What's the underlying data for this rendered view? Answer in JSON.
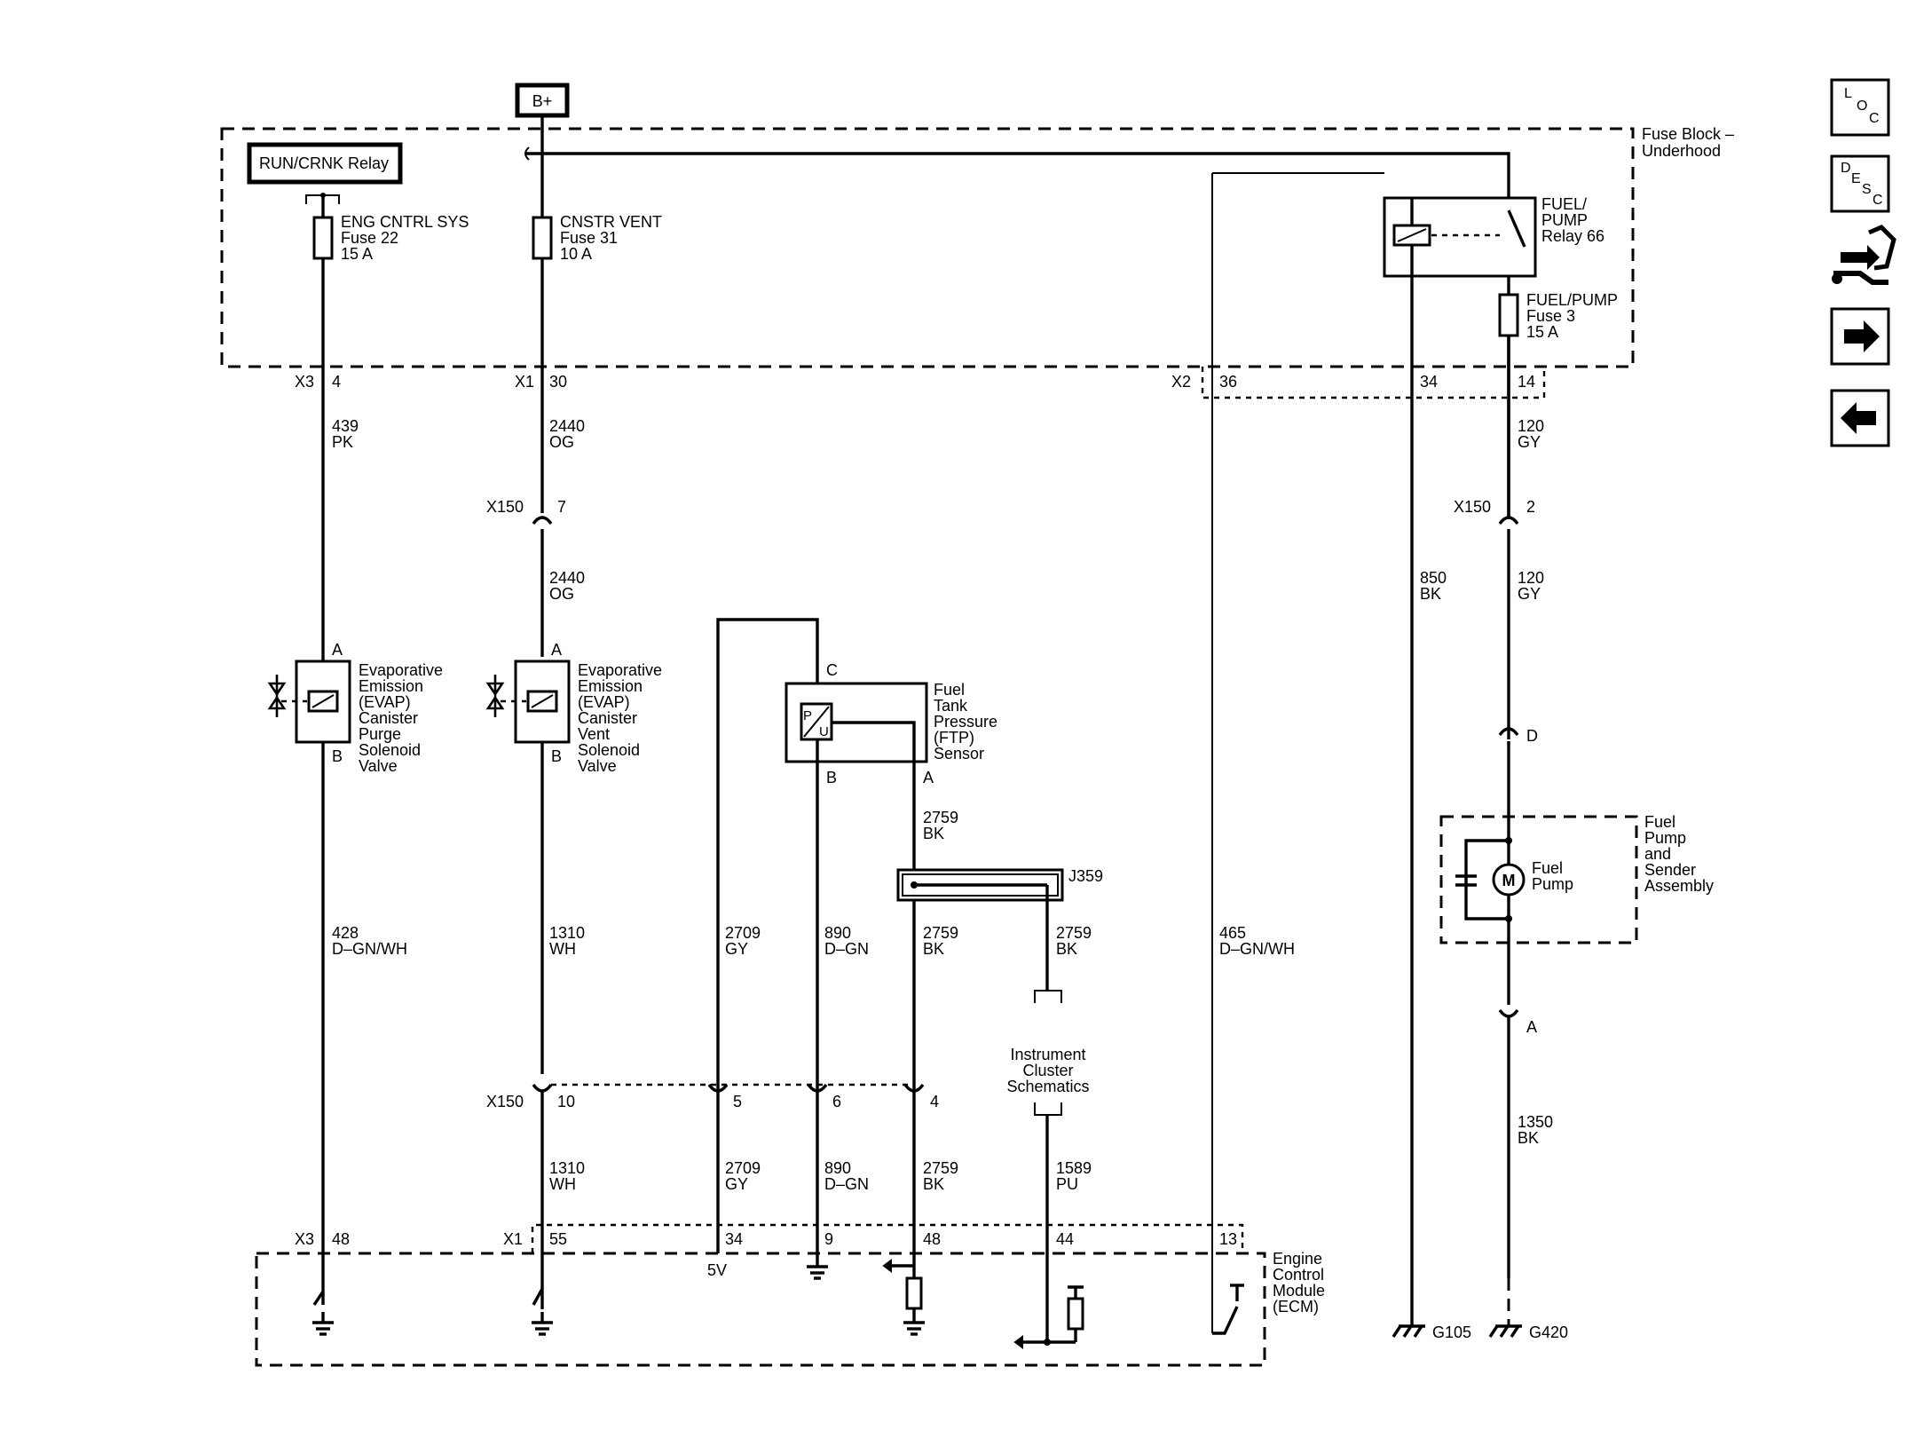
{
  "diagram": {
    "top_bus_label": "B+",
    "fuse_block_label_line1": "Fuse Block –",
    "fuse_block_label_line2": "Underhood",
    "run_crnk_relay_label": "RUN/CRNK Relay",
    "fuses": {
      "eng_cntrl": {
        "line1": "ENG CNTRL SYS",
        "line2": "Fuse 22",
        "line3": "15 A"
      },
      "cnstr_vent": {
        "line1": "CNSTR VENT",
        "line2": "Fuse 31",
        "line3": "10 A"
      },
      "fuel_pump_fuse": {
        "line1": "FUEL/PUMP",
        "line2": "Fuse 3",
        "line3": "15 A"
      }
    },
    "fuel_pump_relay": {
      "line1": "FUEL/",
      "line2": "PUMP",
      "line3": "Relay 66"
    },
    "connectors": {
      "x3": "X3",
      "x3_pin_top": "4",
      "x1": "X1",
      "x1_pin_top": "30",
      "x2": "X2",
      "x2_pin": "36",
      "pin34": "34",
      "pin14": "14",
      "x150": "X150",
      "x150_pin7": "7",
      "x150_pin2": "2",
      "x150_pin10": "10",
      "x150_pin5": "5",
      "x150_pin6": "6",
      "x150_pin4": "4",
      "x3_ecm": "X3",
      "x3_pin48": "48",
      "x1_ecm": "X1",
      "x1_pin55": "55",
      "ecm_pin34": "34",
      "ecm_pin9": "9",
      "ecm_pin48": "48",
      "ecm_pin44": "44",
      "ecm_pin13": "13",
      "pump_pin_d": "D",
      "pump_pin_a": "A"
    },
    "wires": {
      "w439": "439",
      "w439c": "PK",
      "w2440a": "2440",
      "w2440ac": "OG",
      "w2440b": "2440",
      "w2440bc": "OG",
      "w120a": "120",
      "w120ac": "GY",
      "w120b": "120",
      "w120bc": "GY",
      "w850": "850",
      "w850c": "BK",
      "w428": "428",
      "w428c": "D–GN/WH",
      "w1310a": "1310",
      "w1310ac": "WH",
      "w2709a": "2709",
      "w2709ac": "GY",
      "w890a": "890",
      "w890ac": "D–GN",
      "w2759a": "2759",
      "w2759ac": "BK",
      "w2759b": "2759",
      "w2759bc": "BK",
      "w2759c": "2759",
      "w2759cc": "BK",
      "w465": "465",
      "w465c": "D–GN/WH",
      "w1310b": "1310",
      "w1310bc": "WH",
      "w2709b": "2709",
      "w2709bc": "GY",
      "w890b": "890",
      "w890bc": "D–GN",
      "w2759d": "2759",
      "w2759dc": "BK",
      "w1589": "1589",
      "w1589c": "PU",
      "w1350": "1350",
      "w1350c": "BK"
    },
    "components": {
      "purge": [
        "Evaporative",
        "Emission",
        "(EVAP)",
        "Canister",
        "Purge",
        "Solenoid",
        "Valve"
      ],
      "purge_pin_a": "A",
      "purge_pin_b": "B",
      "vent": [
        "Evaporative",
        "Emission",
        "(EVAP)",
        "Canister",
        "Vent",
        "Solenoid",
        "Valve"
      ],
      "vent_pin_a": "A",
      "vent_pin_b": "B",
      "ftp": [
        "Fuel",
        "Tank",
        "Pressure",
        "(FTP)",
        "Sensor"
      ],
      "ftp_pin_c": "C",
      "ftp_pin_b": "B",
      "ftp_pin_a": "A",
      "ftp_symbol_p": "P",
      "ftp_symbol_u": "U",
      "splice": "J359",
      "cluster": [
        "Instrument",
        "Cluster",
        "Schematics"
      ],
      "pump_assembly": [
        "Fuel",
        "Pump",
        "and",
        "Sender",
        "Assembly"
      ],
      "pump_motor": [
        "Fuel",
        "Pump"
      ],
      "motor_symbol": "M",
      "ecm": [
        "Engine",
        "Control",
        "Module",
        "(ECM)"
      ],
      "ecm_5v": "5V",
      "ground_g105": "G105",
      "ground_g420": "G420"
    }
  },
  "nav": {
    "loc": {
      "l": "L",
      "o": "O",
      "c": "C"
    },
    "desc": {
      "d": "D",
      "e": "E",
      "s": "S",
      "c": "C"
    },
    "icons": [
      "connector-icon",
      "forward-arrow-icon",
      "back-arrow-icon"
    ]
  }
}
